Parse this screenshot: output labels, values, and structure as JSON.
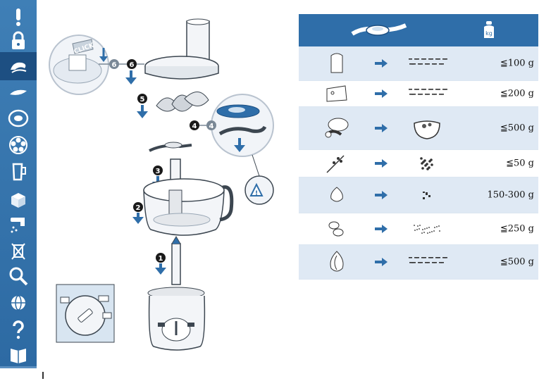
{
  "sidebar": {
    "items": [
      {
        "icon": "warning-exclamation-icon",
        "active": false
      },
      {
        "icon": "padlock-icon",
        "active": false
      },
      {
        "icon": "blade-spinning-icon",
        "active": true
      },
      {
        "icon": "knife-icon",
        "active": false
      },
      {
        "icon": "disc-icon",
        "active": false
      },
      {
        "icon": "flower-disc-icon",
        "active": false
      },
      {
        "icon": "jug-icon",
        "active": false
      },
      {
        "icon": "storage-box-icon",
        "active": false
      },
      {
        "icon": "tap-cleaning-icon",
        "active": false
      },
      {
        "icon": "waste-bin-crossed-icon",
        "active": false
      },
      {
        "icon": "magnifier-icon",
        "active": false
      },
      {
        "icon": "globe-guarantee-icon",
        "active": false
      },
      {
        "icon": "question-mark-icon",
        "active": false
      },
      {
        "icon": "recipe-book-icon",
        "active": false
      }
    ]
  },
  "illustration": {
    "click_label": "CLICK",
    "step_numbers": [
      "6",
      "6",
      "5",
      "4",
      "4",
      "3",
      "2",
      "1"
    ]
  },
  "table": {
    "header_icons": [
      "chopping-blade-icon",
      "scale-weight-icon"
    ],
    "rows": [
      {
        "food": "bread-icon",
        "result": "breadcrumbs-icon",
        "qty": "≦100 g",
        "shaded": true
      },
      {
        "food": "cheese-icon",
        "result": "grated-cheese-icon",
        "qty": "≦200 g",
        "shaded": false
      },
      {
        "food": "meat-icon",
        "result": "minced-meat-bowl-icon",
        "qty": "≦500 g",
        "shaded": true
      },
      {
        "food": "herbs-icon",
        "result": "chopped-herbs-icon",
        "qty": "≦50 g",
        "shaded": false
      },
      {
        "food": "garlic-icon",
        "result": "chopped-garlic-icon",
        "qty": "150-300 g",
        "shaded": true
      },
      {
        "food": "nuts-icon",
        "result": "chopped-nuts-icon",
        "qty": "≦250 g",
        "shaded": false
      },
      {
        "food": "onion-icon",
        "result": "chopped-onion-icon",
        "qty": "≦500 g",
        "shaded": true
      }
    ]
  },
  "colors": {
    "sidebar_blue": "#3f7fb6",
    "active_blue": "#1d4f82",
    "arrow_blue": "#2f6ea9",
    "row_shade": "#dfe9f4"
  }
}
